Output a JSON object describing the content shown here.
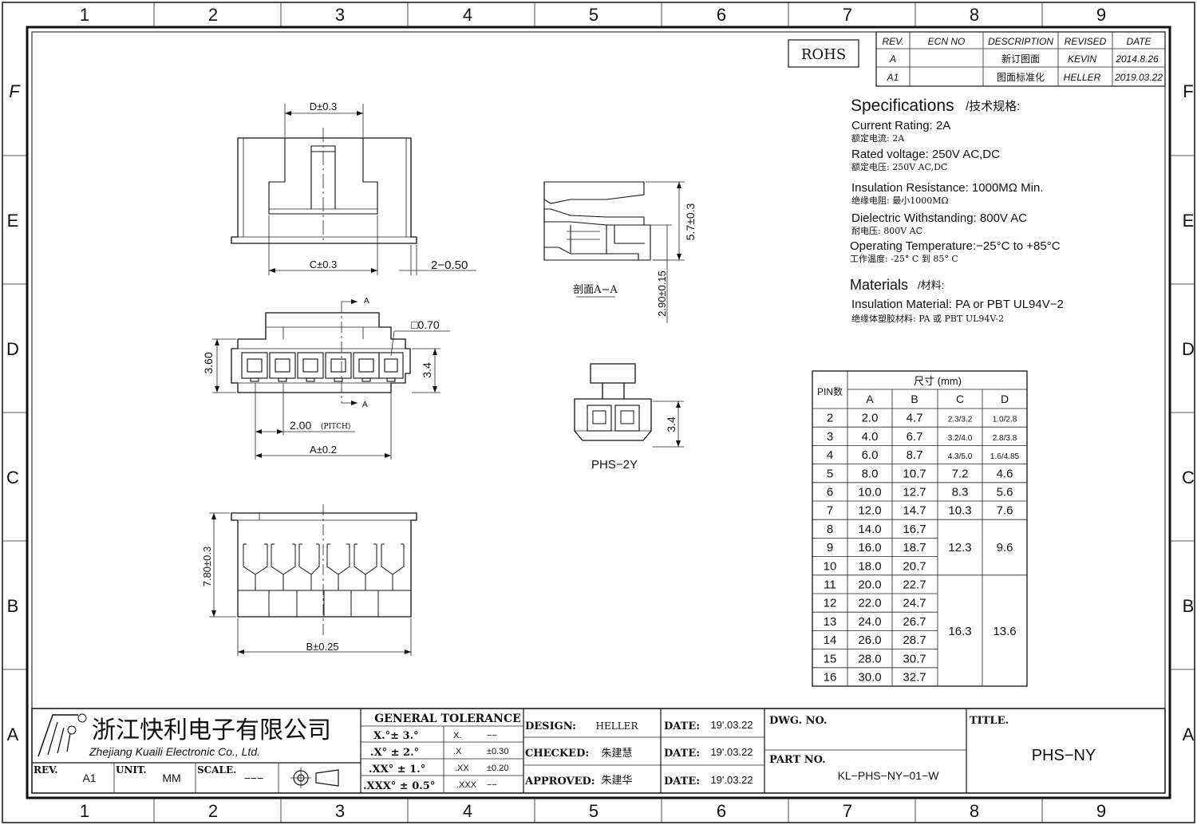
{
  "grid": {
    "columns": [
      "1",
      "2",
      "3",
      "4",
      "5",
      "6",
      "7",
      "8",
      "9"
    ],
    "rows": [
      "F",
      "E",
      "D",
      "C",
      "B",
      "A"
    ]
  },
  "rohs": "ROHS",
  "revision_table": {
    "headers": [
      "REV.",
      "ECN NO",
      "DESCRIPTION",
      "REVISED",
      "DATE"
    ],
    "rows": [
      [
        "A",
        "",
        "新订图面",
        "KEVIN",
        "2014.8.26"
      ],
      [
        "A1",
        "",
        "图面标准化",
        "HELLER",
        "2019.03.22"
      ]
    ]
  },
  "specs": {
    "title": "Specifications",
    "title_cn": "/技术规格:",
    "items": [
      {
        "en": "Current  Rating:  2A",
        "cn": "额定电流: 2A"
      },
      {
        "en": "Rated  voltage:  250V    AC,DC",
        "cn": "额定电压: 250V   AC,DC"
      },
      {
        "en": "Insulation  Resistance:  1000MΩ  Min.",
        "cn": "绝缘电阻: 最小1000MΩ"
      },
      {
        "en": "Dielectric  Withstanding:  800V  AC",
        "cn": "耐电压: 800V AC"
      },
      {
        "en": "Operating  Temperature:−25°C  to  +85°C",
        "cn": "工作温度: -25° C 到 85° C"
      }
    ],
    "materials_title": "Materials",
    "materials_title_cn": "/材料:",
    "materials": [
      {
        "en": "Insulation  Material: PA  or  PBT  UL94V−2",
        "cn": "绝缘体塑胶材料: PA 或 PBT UL94V-2"
      }
    ]
  },
  "drawing": {
    "dims": {
      "d": "D±0.3",
      "c": "C±0.3",
      "gap": "2−0.50",
      "h57": "5.7±0.3",
      "h290": "2.90±0.15",
      "section": "剖面A−A",
      "sec_a": "A",
      "h360": "3.60",
      "h34": "3.4",
      "sq": "□0.70",
      "pitch": "2.00",
      "pitch_note": "(PITCH)",
      "a": "A±0.2",
      "phs2y": "PHS−2Y",
      "h34b": "3.4",
      "h780": "7.80±0.3",
      "b": "B±0.25"
    }
  },
  "dim_table": {
    "size_header": "尺寸 (mm)",
    "pin_header": "PIN数",
    "cols": [
      "A",
      "B",
      "C",
      "D"
    ],
    "rows": [
      [
        "2",
        "2.0",
        "4.7",
        "2.3/3.2",
        "1.0/2.8"
      ],
      [
        "3",
        "4.0",
        "6.7",
        "3.2/4.0",
        "2.8/3.8"
      ],
      [
        "4",
        "6.0",
        "8.7",
        "4.3/5.0",
        "1.6/4.85"
      ],
      [
        "5",
        "8.0",
        "10.7",
        "7.2",
        "4.6"
      ],
      [
        "6",
        "10.0",
        "12.7",
        "8.3",
        "5.6"
      ],
      [
        "7",
        "12.0",
        "14.7",
        "10.3",
        "7.6"
      ],
      [
        "8",
        "14.0",
        "16.7",
        "",
        ""
      ],
      [
        "9",
        "16.0",
        "18.7",
        "",
        ""
      ],
      [
        "10",
        "18.0",
        "20.7",
        "",
        ""
      ],
      [
        "11",
        "20.0",
        "22.7",
        "",
        ""
      ],
      [
        "12",
        "22.0",
        "24.7",
        "",
        ""
      ],
      [
        "13",
        "24.0",
        "26.7",
        "",
        ""
      ],
      [
        "14",
        "26.0",
        "28.7",
        "",
        ""
      ],
      [
        "15",
        "28.0",
        "30.7",
        "",
        ""
      ],
      [
        "16",
        "30.0",
        "32.7",
        "",
        ""
      ]
    ],
    "merged": [
      {
        "c": "12.3",
        "d": "9.6"
      },
      {
        "c": "16.3",
        "d": "13.6"
      }
    ]
  },
  "title_block": {
    "company_cn": "浙江快利电子有限公司",
    "company_en": "Zhejiang  Kuaili  Electronic  Co.,  Ltd.",
    "rev_label": "REV.",
    "rev_value": "A1",
    "unit_label": "UNIT.",
    "unit_value": "MM",
    "scale_label": "SCALE.",
    "scale_value": "−−−",
    "tolerance_title": "GENERAL  TOLERANCE",
    "tolerances": [
      {
        "angle": "X.°± 3.°",
        "lin": "X.",
        "val": "−−"
      },
      {
        "angle": ".X° ± 2.°",
        "lin": ".X",
        "val": "±0.30"
      },
      {
        "angle": ".XX° ± 1.°",
        "lin": ".XX",
        "val": "±0.20"
      },
      {
        "angle": ".XXX° ± 0.5°",
        "lin": ".XXX",
        "val": "−−"
      }
    ],
    "design_label": "DESIGN:",
    "design_value": "HELLER",
    "checked_label": "CHECKED:",
    "checked_value": "朱建慧",
    "approved_label": "APPROVED:",
    "approved_value": "朱建华",
    "date_label": "DATE:",
    "date_value": "19'.03.22",
    "dwg_label": "DWG. NO.",
    "part_label": "PART  NO.",
    "part_value": "KL−PHS−NY−01−W",
    "title_label": "TITLE.",
    "title_value": "PHS−NY"
  }
}
